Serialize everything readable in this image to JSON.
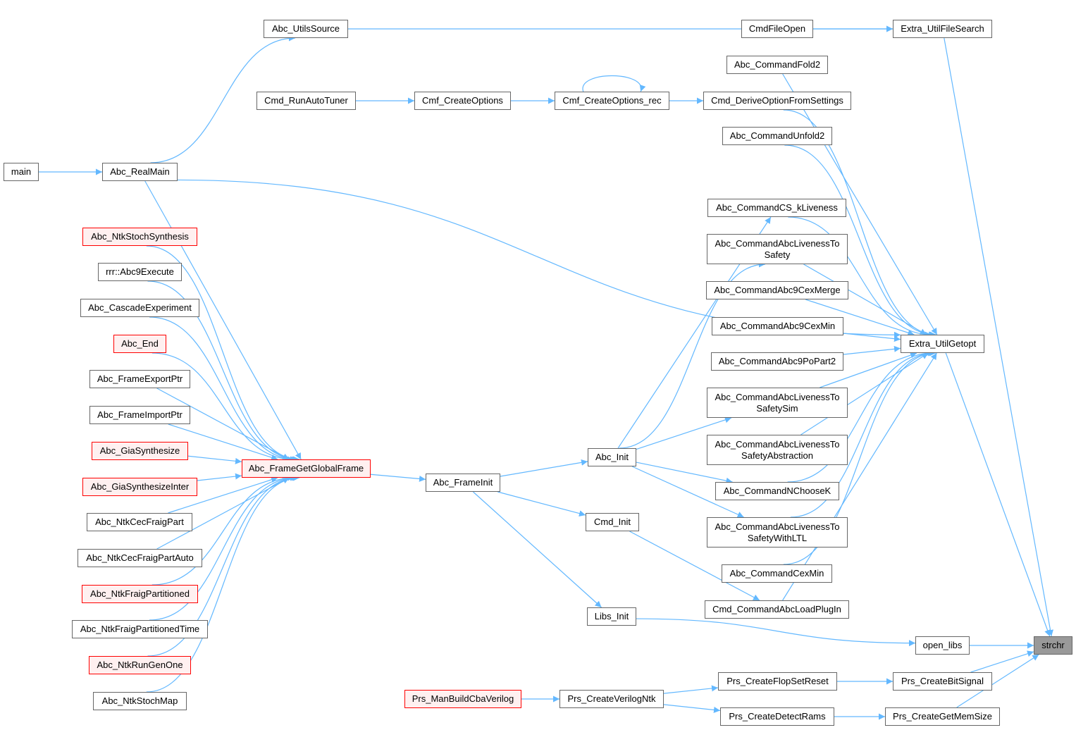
{
  "colors": {
    "edge": "#63b8ff",
    "node_border": "#666666",
    "highlight_border": "#ff0000",
    "highlight_fill": "#fff0f0",
    "root_fill": "#999999"
  },
  "nodes": [
    {
      "id": "main",
      "label": "main"
    },
    {
      "id": "realmain",
      "label": "Abc_RealMain"
    },
    {
      "id": "utilssource",
      "label": "Abc_UtilsSource"
    },
    {
      "id": "runautotuner",
      "label": "Cmd_RunAutoTuner"
    },
    {
      "id": "createoptions",
      "label": "Cmf_CreateOptions"
    },
    {
      "id": "createoptionsrec",
      "label": "Cmf_CreateOptions_rec"
    },
    {
      "id": "deriveoption",
      "label": "Cmd_DeriveOptionFromSettings"
    },
    {
      "id": "cmdfileopen",
      "label": "CmdFileOpen"
    },
    {
      "id": "filesearch",
      "label": "Extra_UtilFileSearch"
    },
    {
      "id": "fold2",
      "label": "Abc_CommandFold2"
    },
    {
      "id": "unfold2",
      "label": "Abc_CommandUnfold2"
    },
    {
      "id": "cskliveness",
      "label": "Abc_CommandCS_kLiveness"
    },
    {
      "id": "l2s",
      "label": "Abc_CommandAbcLivenessTo",
      "label2": "Safety"
    },
    {
      "id": "cexmerge",
      "label": "Abc_CommandAbc9CexMerge"
    },
    {
      "id": "cexmin9",
      "label": "Abc_CommandAbc9CexMin"
    },
    {
      "id": "popart2",
      "label": "Abc_CommandAbc9PoPart2"
    },
    {
      "id": "l2ssim",
      "label": "Abc_CommandAbcLivenessTo",
      "label2": "SafetySim"
    },
    {
      "id": "l2sabs",
      "label": "Abc_CommandAbcLivenessTo",
      "label2": "SafetyAbstraction"
    },
    {
      "id": "nchoosek",
      "label": "Abc_CommandNChooseK"
    },
    {
      "id": "l2sltl",
      "label": "Abc_CommandAbcLivenessTo",
      "label2": "SafetyWithLTL"
    },
    {
      "id": "cexmin",
      "label": "Abc_CommandCexMin"
    },
    {
      "id": "loadplugin",
      "label": "Cmd_CommandAbcLoadPlugIn"
    },
    {
      "id": "getopt",
      "label": "Extra_UtilGetopt"
    },
    {
      "id": "strchr",
      "label": "strchr",
      "root": true
    },
    {
      "id": "openlibs",
      "label": "open_libs"
    },
    {
      "id": "bitsignal",
      "label": "Prs_CreateBitSignal"
    },
    {
      "id": "getmemsize",
      "label": "Prs_CreateGetMemSize"
    },
    {
      "id": "flopsetreset",
      "label": "Prs_CreateFlopSetReset"
    },
    {
      "id": "detectrams",
      "label": "Prs_CreateDetectRams"
    },
    {
      "id": "verilogntk",
      "label": "Prs_CreateVerilogNtk"
    },
    {
      "id": "buildcba",
      "label": "Prs_ManBuildCbaVerilog",
      "red": true
    },
    {
      "id": "abcinit",
      "label": "Abc_Init"
    },
    {
      "id": "cmdinit",
      "label": "Cmd_Init"
    },
    {
      "id": "libsinit",
      "label": "Libs_Init"
    },
    {
      "id": "frameinit",
      "label": "Abc_FrameInit"
    },
    {
      "id": "globalframe",
      "label": "Abc_FrameGetGlobalFrame",
      "red": true
    },
    {
      "id": "stochsynth",
      "label": "Abc_NtkStochSynthesis",
      "red": true
    },
    {
      "id": "abc9execute",
      "label": "rrr::Abc9Execute"
    },
    {
      "id": "cascade",
      "label": "Abc_CascadeExperiment"
    },
    {
      "id": "abcend",
      "label": "Abc_End",
      "red": true
    },
    {
      "id": "exportptr",
      "label": "Abc_FrameExportPtr"
    },
    {
      "id": "importptr",
      "label": "Abc_FrameImportPtr"
    },
    {
      "id": "giasynth",
      "label": "Abc_GiaSynthesize",
      "red": true
    },
    {
      "id": "giasynthinter",
      "label": "Abc_GiaSynthesizeInter",
      "red": true
    },
    {
      "id": "cecfraigpart",
      "label": "Abc_NtkCecFraigPart"
    },
    {
      "id": "cecfraigpartauto",
      "label": "Abc_NtkCecFraigPartAuto"
    },
    {
      "id": "fraigpart",
      "label": "Abc_NtkFraigPartitioned",
      "red": true
    },
    {
      "id": "fraigparttime",
      "label": "Abc_NtkFraigPartitionedTime"
    },
    {
      "id": "rungenone",
      "label": "Abc_NtkRunGenOne",
      "red": true
    },
    {
      "id": "stochmap",
      "label": "Abc_NtkStochMap"
    }
  ],
  "edges": [
    [
      "main",
      "realmain"
    ],
    [
      "realmain",
      "utilssource"
    ],
    [
      "utilssource",
      "filesearch"
    ],
    [
      "cmdfileopen",
      "filesearch"
    ],
    [
      "filesearch",
      "strchr"
    ],
    [
      "runautotuner",
      "createoptions"
    ],
    [
      "createoptions",
      "createoptionsrec"
    ],
    [
      "createoptionsrec",
      "createoptionsrec"
    ],
    [
      "createoptionsrec",
      "deriveoption"
    ],
    [
      "deriveoption",
      "getopt"
    ],
    [
      "fold2",
      "getopt"
    ],
    [
      "unfold2",
      "getopt"
    ],
    [
      "realmain",
      "getopt"
    ],
    [
      "cskliveness",
      "getopt"
    ],
    [
      "l2s",
      "getopt"
    ],
    [
      "cexmerge",
      "getopt"
    ],
    [
      "cexmin9",
      "getopt"
    ],
    [
      "popart2",
      "getopt"
    ],
    [
      "l2ssim",
      "getopt"
    ],
    [
      "l2sabs",
      "getopt"
    ],
    [
      "nchoosek",
      "getopt"
    ],
    [
      "l2sltl",
      "getopt"
    ],
    [
      "cexmin",
      "getopt"
    ],
    [
      "loadplugin",
      "getopt"
    ],
    [
      "getopt",
      "strchr"
    ],
    [
      "openlibs",
      "strchr"
    ],
    [
      "bitsignal",
      "strchr"
    ],
    [
      "getmemsize",
      "strchr"
    ],
    [
      "flopsetreset",
      "bitsignal"
    ],
    [
      "detectrams",
      "getmemsize"
    ],
    [
      "verilogntk",
      "flopsetreset"
    ],
    [
      "verilogntk",
      "detectrams"
    ],
    [
      "buildcba",
      "verilogntk"
    ],
    [
      "libsinit",
      "openlibs"
    ],
    [
      "abcinit",
      "cskliveness"
    ],
    [
      "abcinit",
      "l2s"
    ],
    [
      "abcinit",
      "l2ssim"
    ],
    [
      "abcinit",
      "nchoosek"
    ],
    [
      "abcinit",
      "l2sltl"
    ],
    [
      "cmdinit",
      "loadplugin"
    ],
    [
      "frameinit",
      "abcinit"
    ],
    [
      "frameinit",
      "cmdinit"
    ],
    [
      "frameinit",
      "libsinit"
    ],
    [
      "globalframe",
      "frameinit"
    ],
    [
      "realmain",
      "globalframe"
    ],
    [
      "stochsynth",
      "globalframe"
    ],
    [
      "abc9execute",
      "globalframe"
    ],
    [
      "cascade",
      "globalframe"
    ],
    [
      "abcend",
      "globalframe"
    ],
    [
      "exportptr",
      "globalframe"
    ],
    [
      "importptr",
      "globalframe"
    ],
    [
      "giasynth",
      "globalframe"
    ],
    [
      "giasynthinter",
      "globalframe"
    ],
    [
      "cecfraigpart",
      "globalframe"
    ],
    [
      "cecfraigpartauto",
      "globalframe"
    ],
    [
      "fraigpart",
      "globalframe"
    ],
    [
      "fraigparttime",
      "globalframe"
    ],
    [
      "rungenone",
      "globalframe"
    ],
    [
      "stochmap",
      "globalframe"
    ]
  ]
}
